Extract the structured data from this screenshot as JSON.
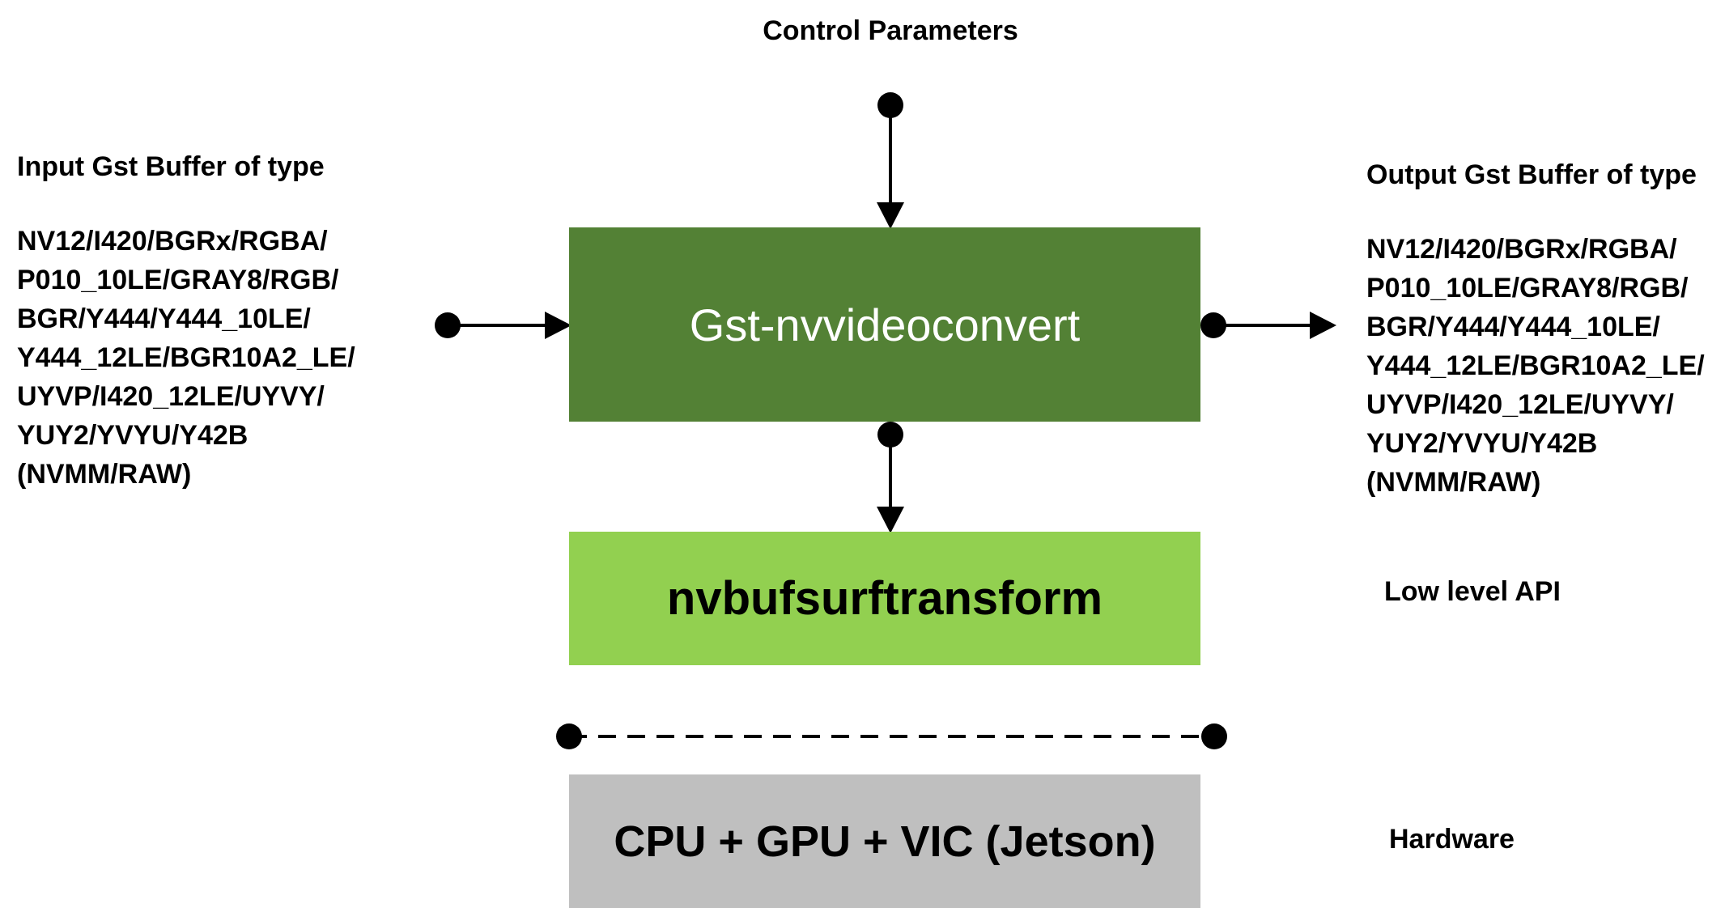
{
  "control": {
    "label": "Control Parameters"
  },
  "input": {
    "title": "Input Gst Buffer of type",
    "formats": [
      "NV12/I420/BGRx/RGBA/",
      "P010_10LE/GRAY8/RGB/",
      "BGR/Y444/Y444_10LE/",
      "Y444_12LE/BGR10A2_LE/",
      "UYVP/I420_12LE/UYVY/",
      "YUY2/YVYU/Y42B",
      "(NVMM/RAW)"
    ]
  },
  "output": {
    "title": "Output Gst Buffer of type",
    "formats": [
      "NV12/I420/BGRx/RGBA/",
      "P010_10LE/GRAY8/RGB/",
      "BGR/Y444/Y444_10LE/",
      "Y444_12LE/BGR10A2_LE/",
      "UYVP/I420_12LE/UYVY/",
      "YUY2/YVYU/Y42B",
      "(NVMM/RAW)"
    ]
  },
  "blocks": {
    "plugin": {
      "label": "Gst-nvvideoconvert",
      "color": "#538135",
      "text_color": "#ffffff"
    },
    "api": {
      "label": "nvbufsurftransform",
      "color": "#92d050",
      "text_color": "#000000",
      "side_label": "Low level API"
    },
    "hardware": {
      "label": "CPU + GPU + VIC (Jetson)",
      "color": "#bfbfbf",
      "text_color": "#000000",
      "side_label": "Hardware"
    }
  },
  "connector_color": "#000000"
}
